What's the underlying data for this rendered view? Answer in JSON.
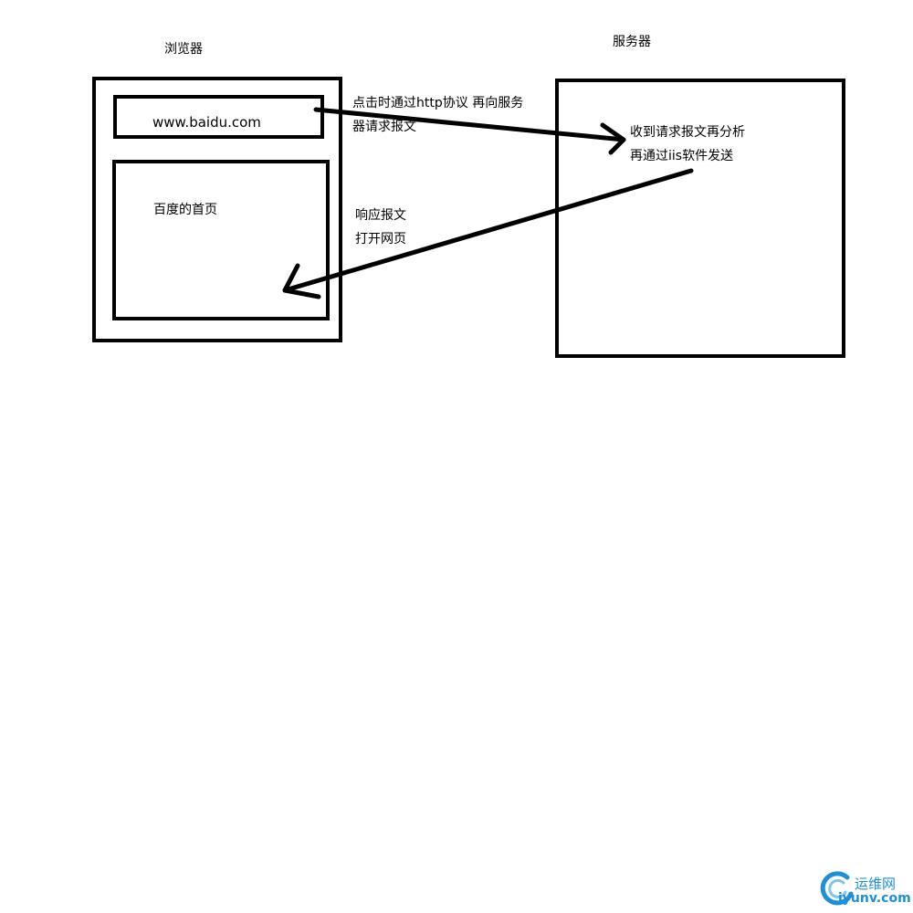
{
  "browser": {
    "title": "浏览器",
    "address_text": "www.baidu.com",
    "content_text": "百度的首页"
  },
  "server": {
    "title": "服务器",
    "note_line1": "收到请求报文再分析",
    "note_line2": "再通过iis软件发送"
  },
  "request": {
    "line1": "点击时通过http协议 再向服务",
    "line2": "器请求报文"
  },
  "response": {
    "line1": "响应报文",
    "line2": "打开网页"
  },
  "watermark": {
    "brand": "运维网",
    "domain": "iyunv.com",
    "color": "#1f8fd6"
  }
}
